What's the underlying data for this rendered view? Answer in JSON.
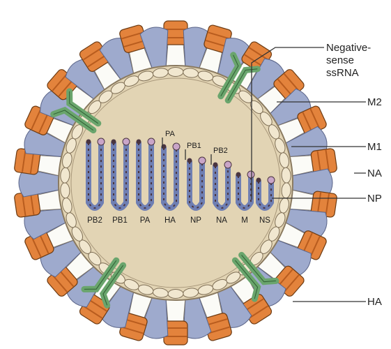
{
  "colors": {
    "background": "#ffffff",
    "core": "#e2d4b4",
    "core_edge": "#8a7a60",
    "matrix_bead": "#f1e7cf",
    "na_spike": "#9eaacd",
    "ha_stem": "#fbfbf7",
    "ha_head": "#e3833c",
    "ha_band": "#b85c1e",
    "m2_channel": "#6aa56d",
    "rnp_blue": "#6f7fb3",
    "rnp_dark": "#4a3540"
  },
  "labels": {
    "negative_sense_ssrna": [
      "Negative-",
      "sense",
      "ssRNA"
    ],
    "m2": "M2",
    "m1": "M1",
    "na": "NA",
    "np": "NP",
    "ha": "HA"
  },
  "segments": [
    "PB2",
    "PB1",
    "PA",
    "HA",
    "NP",
    "NA",
    "M",
    "NS"
  ],
  "polymerase_labels": {
    "pa": "PA",
    "pb1": "PB1",
    "pb2": "PB2"
  }
}
